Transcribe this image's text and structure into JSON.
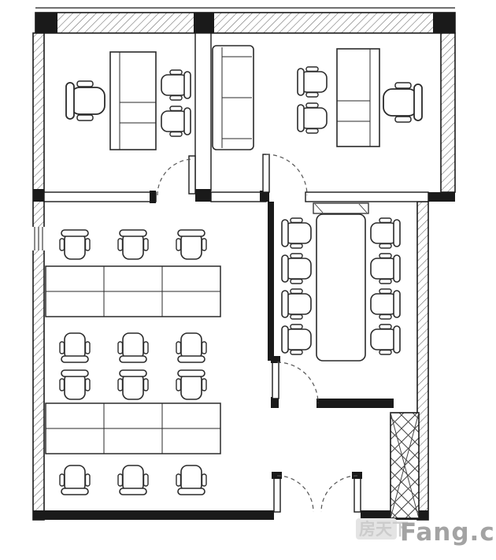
{
  "watermark": {
    "cjk": "房天下",
    "brand": "Fang.com"
  },
  "colors": {
    "background": "#ffffff",
    "wall": "#1a1a1a",
    "furniture_line": "#2a2a2a",
    "hatch": "#666666",
    "door_swing": "#555555",
    "watermark_cjk": "#cccccc",
    "watermark_brand": "#a3a3a3"
  },
  "plan": {
    "type": "office-floor-plan",
    "rooms": [
      {
        "name": "private-office-left",
        "furniture": {
          "desk": 1,
          "task_chair": 1,
          "guest_chairs": 2
        }
      },
      {
        "name": "private-office-right",
        "furniture": {
          "desk": 1,
          "task_chair": 1,
          "guest_chairs": 2,
          "sofa": 1
        }
      },
      {
        "name": "open-office",
        "furniture": {
          "desk_banks": 2,
          "desks_per_bank": 6,
          "chairs": 12
        }
      },
      {
        "name": "meeting-room",
        "furniture": {
          "conference_table": 1,
          "chairs": 8,
          "sideboard": 1
        }
      }
    ],
    "doors": 5,
    "shaft_columns": 1
  }
}
